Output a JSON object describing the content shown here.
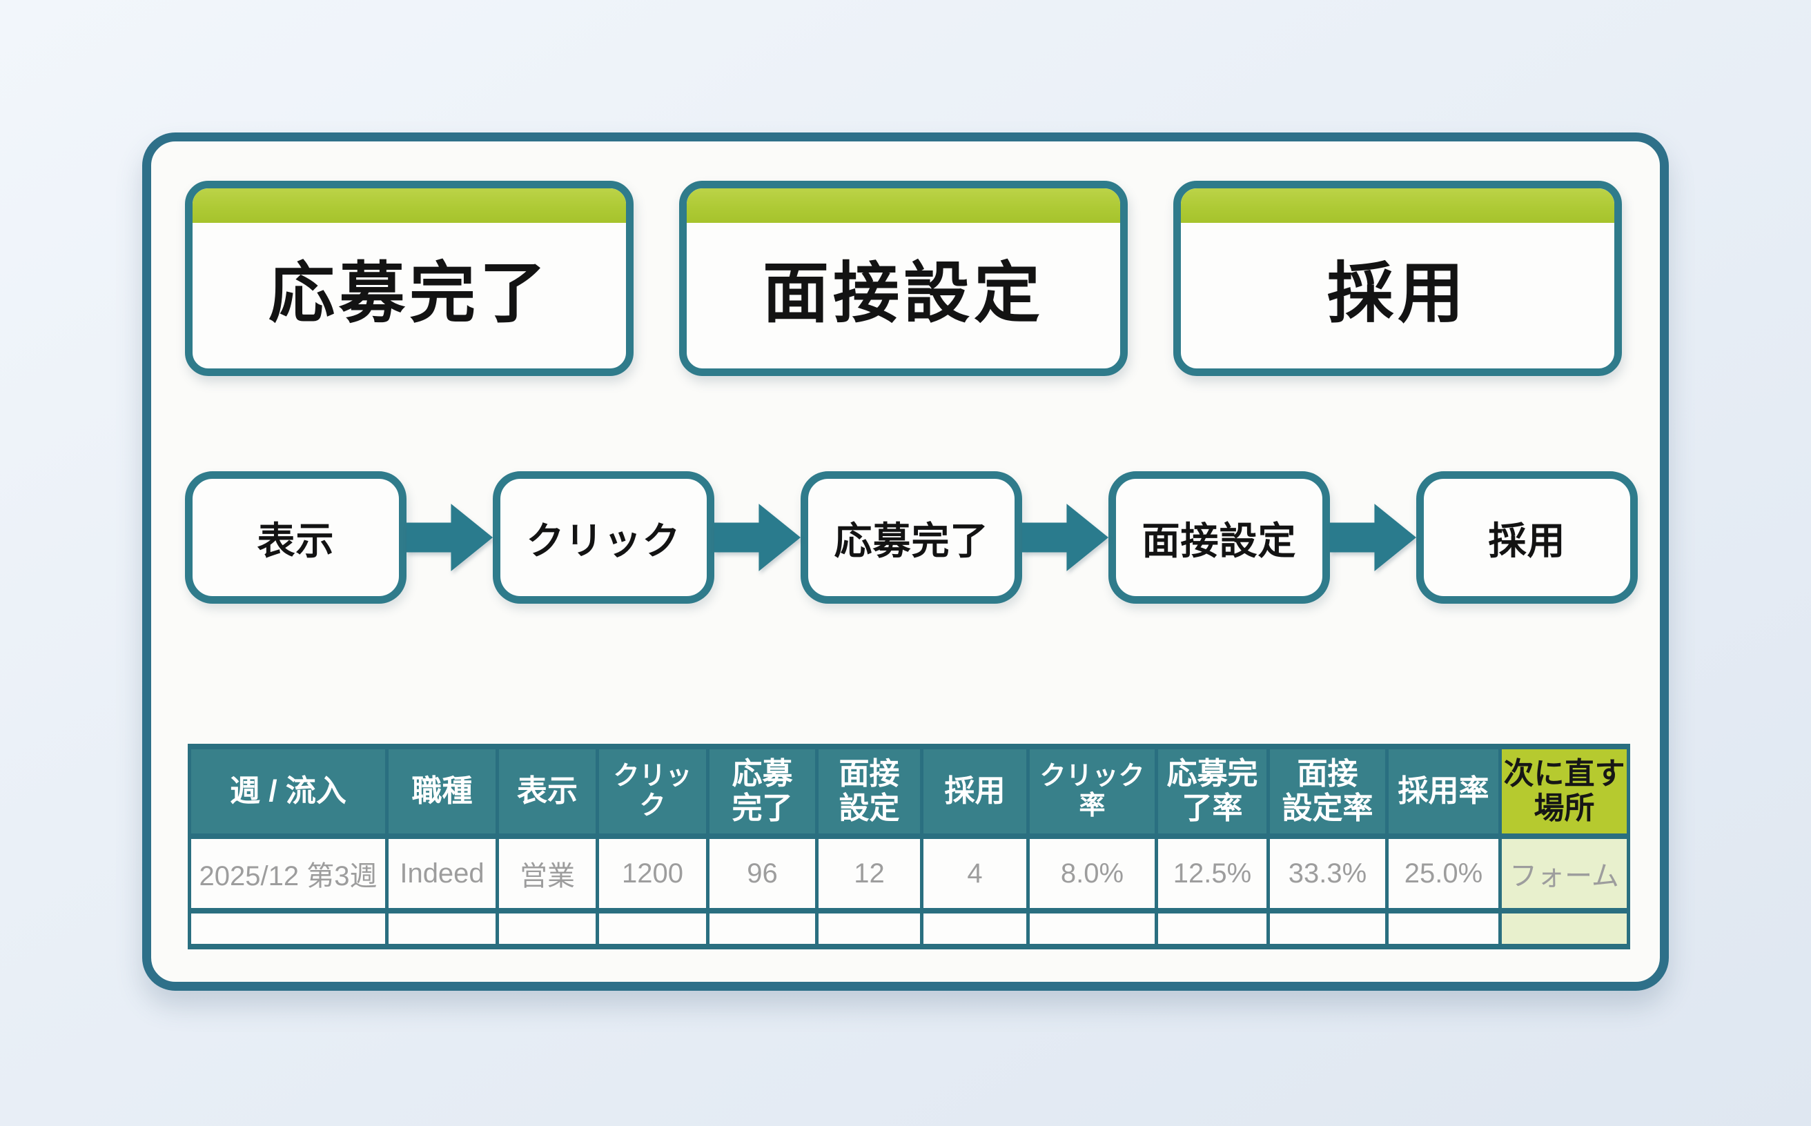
{
  "colors": {
    "outer_border_teal": "#2e7089",
    "box_border_teal": "#2f7b8b",
    "arrow_teal": "#2a7b8d",
    "table_header_teal": "#38808a",
    "table_line_teal": "#2a6f80",
    "lime_strip": "#aeca35",
    "lime_header": "#b6ca2f",
    "lime_pale": "#e8f0cd",
    "card_bg": "#fbfbf9",
    "text_black": "#131313",
    "text_gray": "#9d9d9d",
    "text_white": "#ffffff"
  },
  "top_cards": [
    {
      "label": "応募完了"
    },
    {
      "label": "面接設定"
    },
    {
      "label": "採用"
    }
  ],
  "funnel": {
    "steps": [
      {
        "label": "表示"
      },
      {
        "label": "クリック"
      },
      {
        "label": "応募完了"
      },
      {
        "label": "面接設定"
      },
      {
        "label": "採用"
      }
    ]
  },
  "table": {
    "headers": [
      "週 / 流入",
      "職種",
      "表示",
      "クリック",
      "応募\n完了",
      "面接\n設定",
      "採用",
      "クリック率",
      "応募完\n了率",
      "面接\n設定率",
      "採用率",
      "次に直す\n場所"
    ],
    "rows": [
      [
        "2025/12 第3週",
        "Indeed",
        "営業",
        "1200",
        "96",
        "12",
        "4",
        "8.0%",
        "12.5%",
        "33.3%",
        "25.0%",
        "フォーム"
      ],
      [
        "",
        "",
        "",
        "",
        "",
        "",
        "",
        "",
        "",
        "",
        "",
        ""
      ]
    ]
  }
}
